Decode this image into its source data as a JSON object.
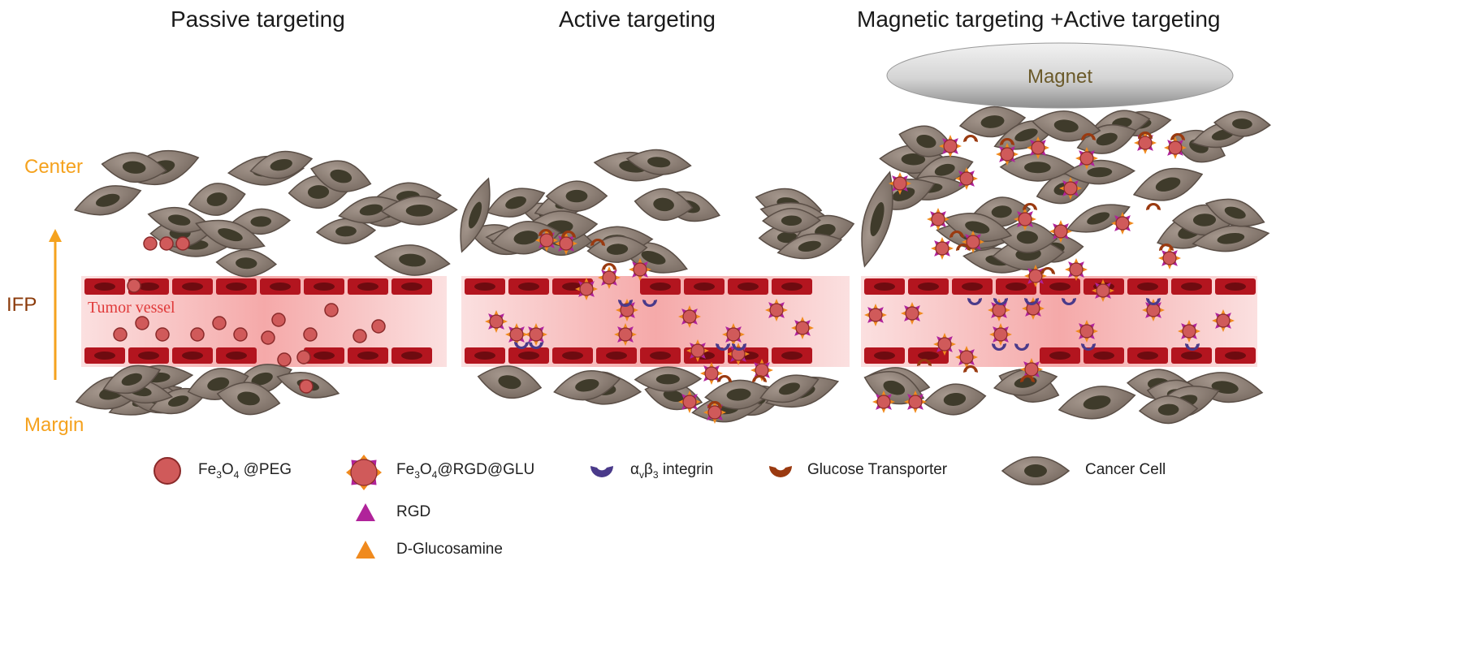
{
  "panels": [
    {
      "title": "Passive targeting"
    },
    {
      "title": "Active targeting"
    },
    {
      "title": "Magnetic targeting +Active targeting"
    }
  ],
  "axis": {
    "top": "Center",
    "middle": "IFP",
    "bottom": "Margin"
  },
  "vessel_label": "Tumor vessel",
  "magnet_label": "Magnet",
  "legend": {
    "peg": {
      "pre": "Fe",
      "sub1": "3",
      "mid": "O",
      "sub2": "4",
      "post": " @PEG"
    },
    "rgd_glu": {
      "pre": "Fe",
      "sub1": "3",
      "mid": "O",
      "sub2": "4",
      "post": "@RGD@GLU"
    },
    "integrin": {
      "a": "α",
      "asub": "v",
      "b": "β",
      "bsub": "3",
      "post": " integrin"
    },
    "glucose_transporter": "Glucose Transporter",
    "cancer_cell": "Cancer Cell",
    "rgd": "RGD",
    "glucosamine": "D-Glucosamine"
  },
  "colors": {
    "cell_body": "#8a7b72",
    "cell_nucleus": "#3f3b2b",
    "vessel_wall": "#b3151f",
    "vessel_lumen": "#f6b9b9",
    "particle": "#d05a5a",
    "rgd": "#b0239a",
    "glucosamine": "#f08a1e",
    "integrin": "#4a3a8a",
    "transporter": "#9a3a10",
    "axis": "#f5a21e",
    "ifp": "#8b3a0a"
  }
}
